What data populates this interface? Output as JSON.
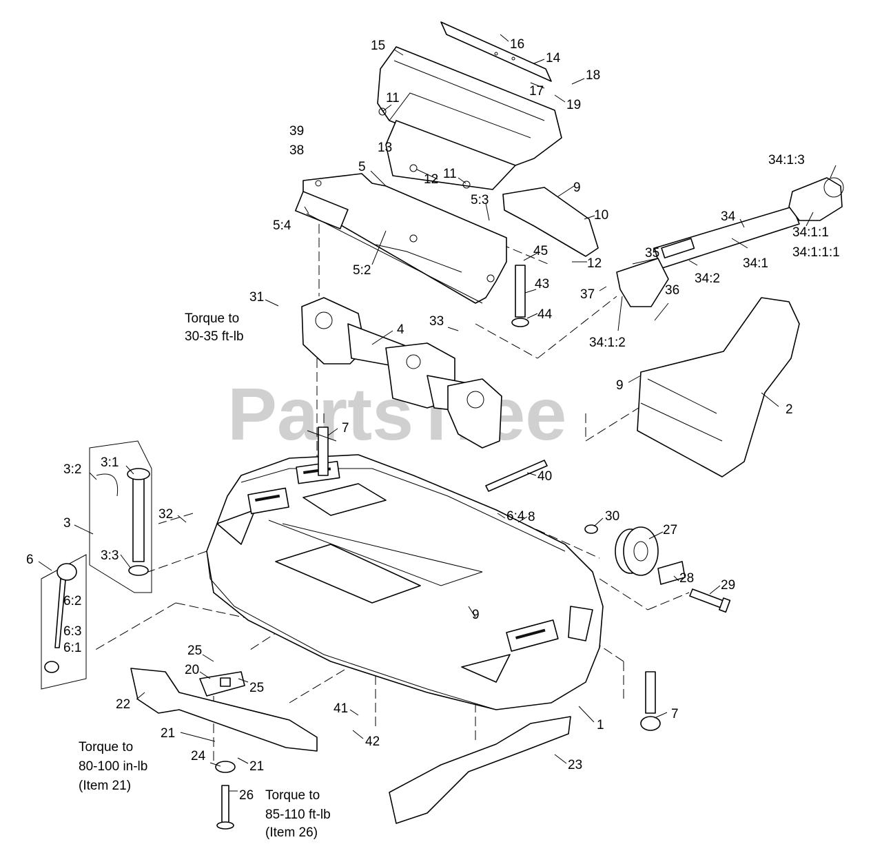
{
  "watermark": "PartsTree",
  "callouts": [
    {
      "id": "15",
      "text": "15"
    },
    {
      "id": "16",
      "text": "16"
    },
    {
      "id": "14",
      "text": "14"
    },
    {
      "id": "18",
      "text": "18"
    },
    {
      "id": "17",
      "text": "17"
    },
    {
      "id": "19",
      "text": "19"
    },
    {
      "id": "11a",
      "text": "11"
    },
    {
      "id": "39",
      "text": "39"
    },
    {
      "id": "13",
      "text": "13"
    },
    {
      "id": "38",
      "text": "38"
    },
    {
      "id": "5",
      "text": "5"
    },
    {
      "id": "12a",
      "text": "12"
    },
    {
      "id": "11b",
      "text": "11"
    },
    {
      "id": "5-3",
      "text": "5:3"
    },
    {
      "id": "9a",
      "text": "9"
    },
    {
      "id": "34-1-3",
      "text": "34:1:3"
    },
    {
      "id": "5-4",
      "text": "5:4"
    },
    {
      "id": "10",
      "text": "10"
    },
    {
      "id": "34",
      "text": "34"
    },
    {
      "id": "34-1-1",
      "text": "34:1:1"
    },
    {
      "id": "34-1-1-1",
      "text": "34:1:1:1"
    },
    {
      "id": "35",
      "text": "35"
    },
    {
      "id": "45",
      "text": "45"
    },
    {
      "id": "12b",
      "text": "12"
    },
    {
      "id": "5-2",
      "text": "5:2"
    },
    {
      "id": "34-1",
      "text": "34:1"
    },
    {
      "id": "34-2",
      "text": "34:2"
    },
    {
      "id": "43",
      "text": "43"
    },
    {
      "id": "37",
      "text": "37"
    },
    {
      "id": "31",
      "text": "31"
    },
    {
      "id": "36",
      "text": "36"
    },
    {
      "id": "44",
      "text": "44"
    },
    {
      "id": "33",
      "text": "33"
    },
    {
      "id": "4",
      "text": "4"
    },
    {
      "id": "34-1-2",
      "text": "34:1:2"
    },
    {
      "id": "9b",
      "text": "9"
    },
    {
      "id": "2",
      "text": "2"
    },
    {
      "id": "7a",
      "text": "7"
    },
    {
      "id": "3-2",
      "text": "3:2"
    },
    {
      "id": "3-1",
      "text": "3:1"
    },
    {
      "id": "40",
      "text": "40"
    },
    {
      "id": "32",
      "text": "32"
    },
    {
      "id": "6-4",
      "text": "6:4"
    },
    {
      "id": "8",
      "text": "8"
    },
    {
      "id": "30",
      "text": "30"
    },
    {
      "id": "3",
      "text": "3"
    },
    {
      "id": "27",
      "text": "27"
    },
    {
      "id": "3-3",
      "text": "3:3"
    },
    {
      "id": "6",
      "text": "6"
    },
    {
      "id": "28",
      "text": "28"
    },
    {
      "id": "29",
      "text": "29"
    },
    {
      "id": "6-2",
      "text": "6:2"
    },
    {
      "id": "9c",
      "text": "9"
    },
    {
      "id": "6-3",
      "text": "6:3"
    },
    {
      "id": "6-1",
      "text": "6:1"
    },
    {
      "id": "25a",
      "text": "25"
    },
    {
      "id": "20",
      "text": "20"
    },
    {
      "id": "25b",
      "text": "25"
    },
    {
      "id": "22",
      "text": "22"
    },
    {
      "id": "41",
      "text": "41"
    },
    {
      "id": "1",
      "text": "1"
    },
    {
      "id": "7b",
      "text": "7"
    },
    {
      "id": "42",
      "text": "42"
    },
    {
      "id": "21a",
      "text": "21"
    },
    {
      "id": "24",
      "text": "24"
    },
    {
      "id": "21b",
      "text": "21"
    },
    {
      "id": "23",
      "text": "23"
    },
    {
      "id": "26",
      "text": "26"
    }
  ],
  "notes": {
    "torque_31": [
      "Torque to",
      "30-35 ft-lb"
    ],
    "torque_21": [
      "Torque to",
      "80-100 in-lb",
      "(Item 21)"
    ],
    "torque_26": [
      "Torque to",
      "85-110 ft-lb",
      "(Item 26)"
    ]
  }
}
